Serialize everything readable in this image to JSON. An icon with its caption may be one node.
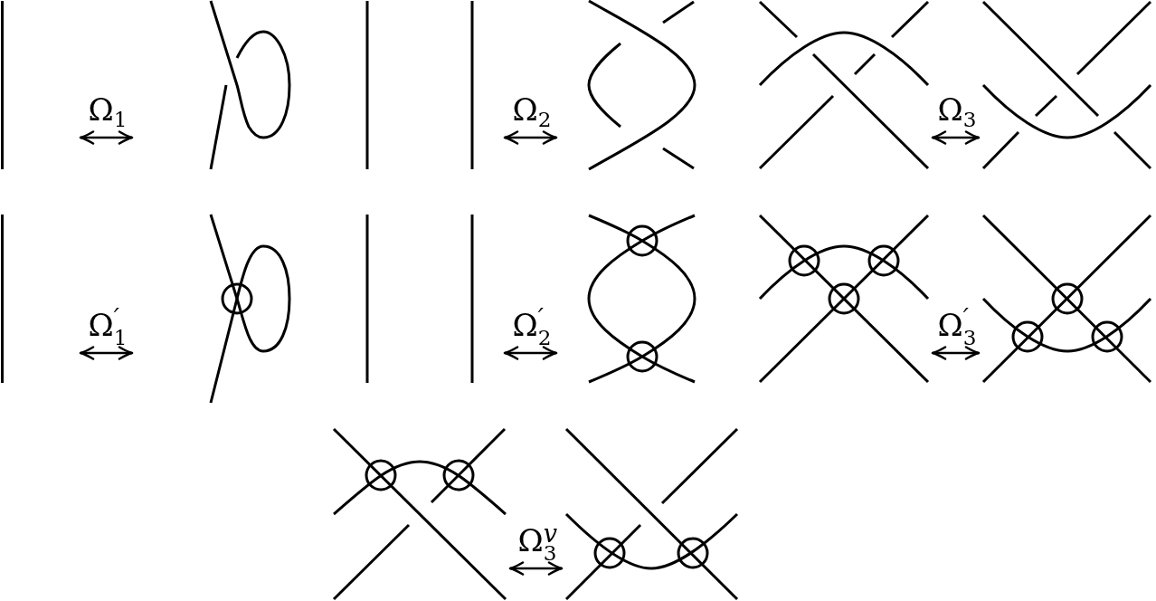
{
  "diagram": {
    "nodes": [
      {
        "text": [],
        "shape": "picture"
      },
      {
        "text": [],
        "shape": "picture"
      },
      {
        "text": [],
        "shape": "picture"
      },
      {
        "text": [],
        "shape": "picture"
      },
      {
        "text": [],
        "shape": "picture"
      },
      {
        "text": [],
        "shape": "picture"
      },
      {
        "text": [],
        "shape": "picture"
      },
      {
        "text": [],
        "shape": "picture"
      },
      {
        "text": [],
        "shape": "picture"
      },
      {
        "text": [],
        "shape": "picture"
      },
      {
        "text": [],
        "shape": "picture"
      },
      {
        "text": [],
        "shape": "picture"
      },
      {
        "text": [],
        "shape": "picture"
      },
      {
        "text": [],
        "shape": "picture"
      }
    ],
    "edges": [
      {
        "from": 0,
        "to": 1,
        "arrow": "both",
        "label": "Ω$_{1}$"
      },
      {
        "from": 2,
        "to": 3,
        "arrow": "both",
        "label": "Ω$_{2}$"
      },
      {
        "from": 4,
        "to": 5,
        "arrow": "both",
        "label": "Ω$_{3}$"
      },
      {
        "from": 6,
        "to": 7,
        "arrow": "both",
        "label": "Ω$^{′}$$_{1}$"
      },
      {
        "from": 8,
        "to": 9,
        "arrow": "both",
        "label": "Ω$^{′}$$_{2}$"
      },
      {
        "from": 10,
        "to": 11,
        "arrow": "both",
        "label": "Ω$^{′}$$_{3}$"
      },
      {
        "from": 12,
        "to": 13,
        "arrow": "both",
        "label": "Ω$^{v}$$_{3}$"
      }
    ]
  }
}
